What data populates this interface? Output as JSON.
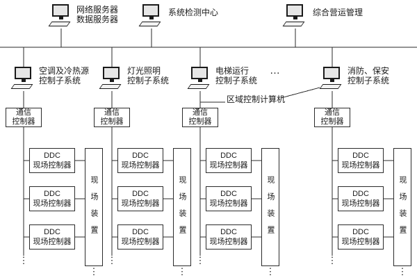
{
  "nodes": {
    "top": [
      {
        "line1": "网络服务器",
        "line2": "数据服务器"
      },
      {
        "line1": "系统检测中心",
        "line2": ""
      },
      {
        "line1": "综合营运管理",
        "line2": ""
      }
    ],
    "subsystems": [
      {
        "line1": "空调及冷热源",
        "line2": "控制子系统"
      },
      {
        "line1": "灯光照明",
        "line2": "控制子系统"
      },
      {
        "line1": "电梯运行",
        "line2": "控制子系统"
      },
      {
        "line1": "消防、保安",
        "line2": "控制子系统"
      }
    ]
  },
  "zone_computer_label": "区域控制计算机",
  "comm_controller": {
    "line1": "通信",
    "line2": "控制器"
  },
  "ddc_controller": {
    "line1": "DDC",
    "line2": "现场控制器"
  },
  "field_device_label": "现场装置",
  "ellipsis": "…",
  "vertical_dots": "⋮",
  "colors": {
    "line": "#2a2a2a",
    "box_border": "#2a2a2a",
    "background": "#ffffff"
  }
}
